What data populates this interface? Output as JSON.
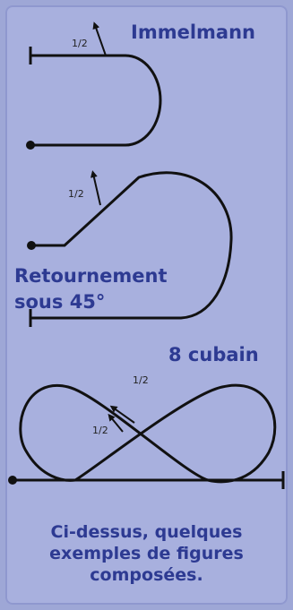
{
  "figures": [
    {
      "title": "Immelmann",
      "fraction": "1/2"
    },
    {
      "title_line1": "Retournement",
      "title_line2": "sous 45°",
      "fraction": "1/2"
    },
    {
      "title": "8 cubain",
      "fraction_a": "1/2",
      "fraction_b": "1/2"
    }
  ],
  "caption": {
    "line1": "Ci-dessus, quelques",
    "line2": "exemples de figures",
    "line3": "composées."
  }
}
